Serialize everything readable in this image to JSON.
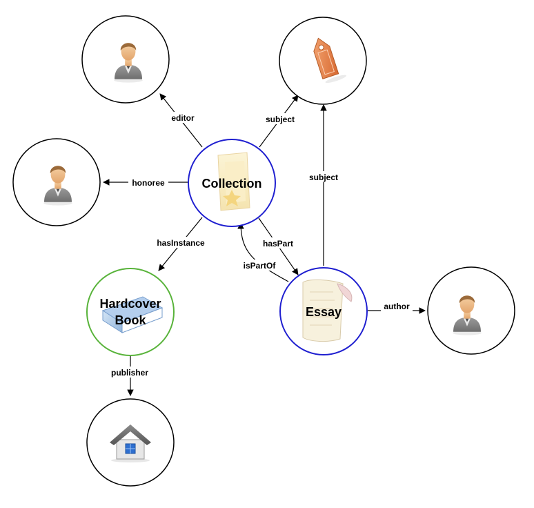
{
  "colors": {
    "node_border_default": "#000000",
    "node_border_work": "#1f1fd0",
    "node_border_instance": "#58b33a",
    "edge": "#000000"
  },
  "nodes": {
    "editor_person": {
      "icon": "person-icon"
    },
    "honoree_person": {
      "icon": "person-icon"
    },
    "subject_tag": {
      "icon": "tag-icon"
    },
    "collection": {
      "title": "Collection",
      "icon": "folder-icon"
    },
    "hardcover_book": {
      "title_line1": "Hardcover",
      "title_line2": "Book",
      "icon": "book-icon"
    },
    "essay": {
      "title": "Essay",
      "icon": "scroll-icon"
    },
    "author_person": {
      "icon": "person-icon"
    },
    "publisher_house": {
      "icon": "house-icon"
    }
  },
  "edges": {
    "editor": "editor",
    "subject_from_collection": "subject",
    "honoree": "honoree",
    "subject_from_essay": "subject",
    "hasInstance": "hasInstance",
    "hasPart": "hasPart",
    "isPartOf": "isPartOf",
    "author": "author",
    "publisher": "publisher"
  }
}
